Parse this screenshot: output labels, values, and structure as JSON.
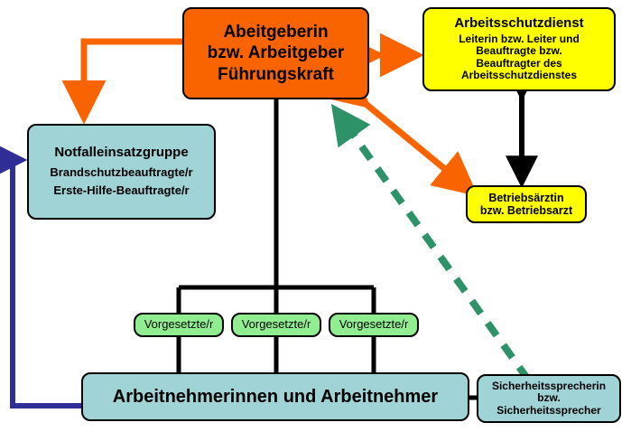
{
  "diagram": {
    "title": "Arbeitsschutz-Organisation",
    "type": "organizational-chart",
    "colors": {
      "employer": "#FA6400",
      "service": "#FFFF00",
      "team": "#9FD3D6",
      "supervisor": "#90EE90",
      "orange_arrow": "#FA6400",
      "blue_arrow": "#2E2E96",
      "green_dashed_arrow": "#2E9268",
      "black_arrow": "#000000"
    }
  },
  "nodes": {
    "employer": {
      "lines": [
        "Abeitgeberin",
        "bzw. Arbeitgeber",
        "Führungskraft"
      ],
      "line1": "Abeitgeberin",
      "line2": "bzw. Arbeitgeber",
      "line3": "Führungskraft"
    },
    "occupational_safety_service": {
      "title": "Arbeitsschutzdienst",
      "line1": "Leiterin bzw. Leiter und",
      "line2": "Beauftragte bzw.",
      "line3": "Beauftragter des",
      "line4": "Arbeitsschutzdienstes"
    },
    "emergency_team": {
      "title": "Notfalleinsatzgruppe",
      "line1": "Brandschutzbeauftragte/r",
      "line2": "Erste-Hilfe-Beauftragte/r"
    },
    "company_doctor": {
      "line1": "Betriebsärztin",
      "line2": "bzw. Betriebsarzt"
    },
    "supervisors": [
      {
        "label": "Vorgesetzte/r"
      },
      {
        "label": "Vorgesetzte/r"
      },
      {
        "label": "Vorgesetzte/r"
      }
    ],
    "employees": {
      "label": "Arbeitnehmerinnen und Arbeitnehmer"
    },
    "safety_speaker": {
      "line1": "Sicherheitssprecherin",
      "line2": "bzw.",
      "line3": "Sicherheitssprecher"
    }
  },
  "edges": [
    {
      "name": "employer-to-emergency-team",
      "style": "solid-elbow-arrow",
      "color": "#FA6400",
      "direction": "one-way"
    },
    {
      "name": "employer-to-service",
      "style": "solid-double-arrow",
      "color": "#FA6400",
      "direction": "two-way"
    },
    {
      "name": "employer-to-doctor",
      "style": "solid-double-arrow",
      "color": "#FA6400",
      "direction": "two-way"
    },
    {
      "name": "service-to-doctor",
      "style": "solid-double-arrow",
      "color": "#000000",
      "direction": "two-way"
    },
    {
      "name": "employees-to-emergency-team",
      "style": "solid-elbow-arrow",
      "color": "#2E2E96",
      "direction": "one-way"
    },
    {
      "name": "safety-speaker-to-employer",
      "style": "dashed-arrow",
      "color": "#2E9268",
      "direction": "one-way"
    },
    {
      "name": "employer-to-supervisors-tree",
      "style": "solid-tree",
      "color": "#000000",
      "direction": "none"
    },
    {
      "name": "employees-to-safety-speaker",
      "style": "solid-line",
      "color": "#000000",
      "direction": "none"
    }
  ]
}
